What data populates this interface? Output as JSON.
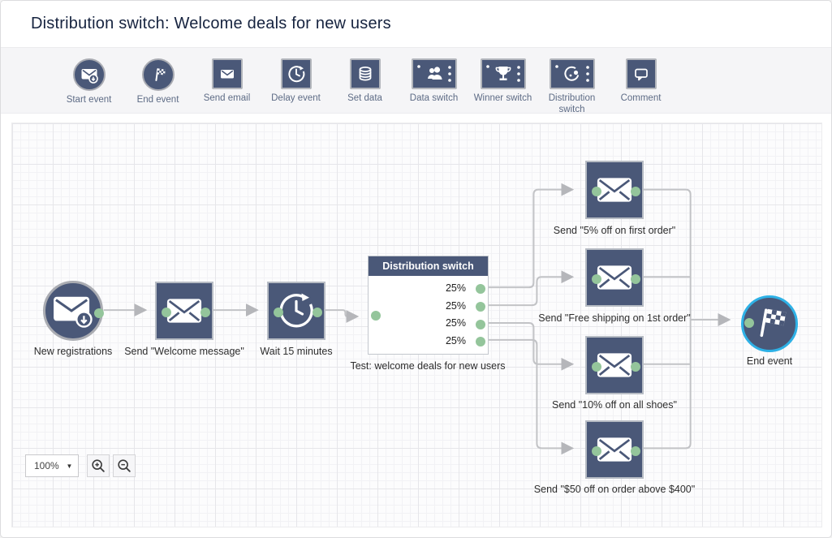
{
  "header": {
    "title": "Distribution switch: Welcome deals for new users"
  },
  "toolbar": {
    "items": [
      {
        "icon": "start-event-icon",
        "label": "Start event"
      },
      {
        "icon": "end-event-icon",
        "label": "End event"
      },
      {
        "icon": "send-email-icon",
        "label": "Send email"
      },
      {
        "icon": "delay-event-icon",
        "label": "Delay event"
      },
      {
        "icon": "set-data-icon",
        "label": "Set data"
      },
      {
        "icon": "data-switch-icon",
        "label": "Data switch"
      },
      {
        "icon": "winner-switch-icon",
        "label": "Winner switch"
      },
      {
        "icon": "distribution-switch-icon",
        "label": "Distribution switch"
      },
      {
        "icon": "comment-icon",
        "label": "Comment"
      }
    ]
  },
  "canvas": {
    "nodes": {
      "start": {
        "label": "New registrations"
      },
      "welcome": {
        "label": "Send \"Welcome message\""
      },
      "wait": {
        "label": "Wait 15 minutes"
      },
      "switch": {
        "title": "Distribution switch",
        "rows": [
          "25%",
          "25%",
          "25%",
          "25%"
        ],
        "caption": "Test: welcome deals for new users"
      },
      "branch1": {
        "label": "Send \"5% off on first order\""
      },
      "branch2": {
        "label": "Send \"Free shipping on 1st order\""
      },
      "branch3": {
        "label": "Send \"10% off on all shoes\""
      },
      "branch4": {
        "label": "Send \"$50 off on order above $400\""
      },
      "end": {
        "label": "End event"
      }
    },
    "zoom": {
      "level": "100%"
    }
  },
  "colors": {
    "node_navy": "#4a5878",
    "port_green": "#94c59b",
    "end_accent_cyan": "#2eb1e6",
    "wire_gray": "#c2c3c6"
  }
}
